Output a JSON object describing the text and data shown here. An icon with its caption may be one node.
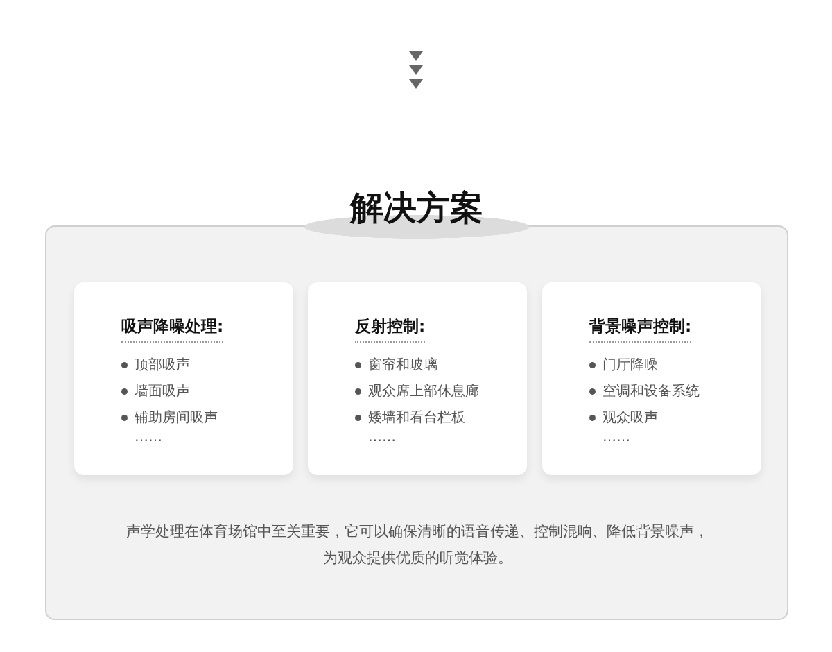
{
  "diagram": {
    "nodes": [
      {
        "text": [
          "解决方案",
          "声学处理在体育场馆中至关重要，它可以确保清晰的语音传递、控制混响、降低背景噪声，为观众提供优质的听觉体验。"
        ]
      },
      {
        "text": [
          "吸声降噪处理:",
          "顶部吸声",
          "墙面吸声",
          "辅助房间吸声",
          "……"
        ],
        "in": 0
      },
      {
        "text": [
          "反射控制:",
          "窗帘和玻璃",
          "观众席上部休息廊",
          "矮墙和看台栏板",
          "……"
        ],
        "in": 0
      },
      {
        "text": [
          "背景噪声控制:",
          "门厅降噪",
          "空调和设备系统",
          "观众吸声",
          "……"
        ],
        "in": 0
      }
    ]
  }
}
